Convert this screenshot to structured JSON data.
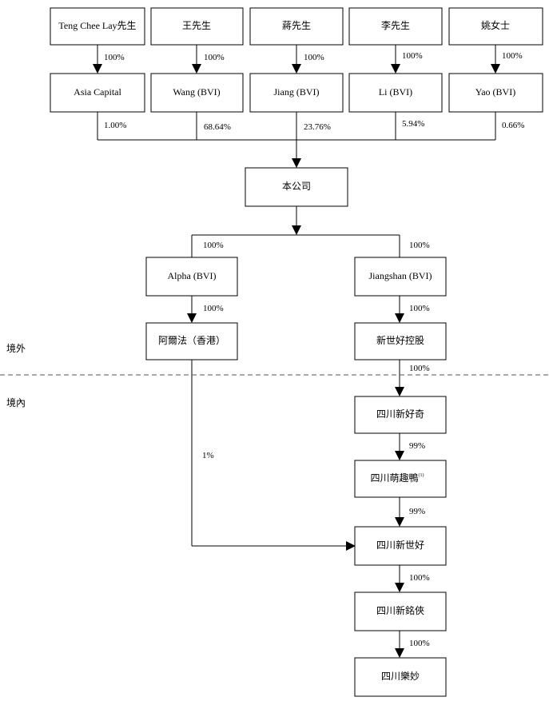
{
  "owners": [
    {
      "name": "Teng Chee Lay先生",
      "pct": "100%",
      "vehicle": "Asia Capital",
      "stake": "1.00%"
    },
    {
      "name": "王先生",
      "pct": "100%",
      "vehicle": "Wang (BVI)",
      "stake": "68.64%"
    },
    {
      "name": "蔣先生",
      "pct": "100%",
      "vehicle": "Jiang (BVI)",
      "stake": "23.76%"
    },
    {
      "name": "李先生",
      "pct": "100%",
      "vehicle": "Li (BVI)",
      "stake": "5.94%"
    },
    {
      "name": "姚女士",
      "pct": "100%",
      "vehicle": "Yao (BVI)",
      "stake": "0.66%"
    }
  ],
  "company": "本公司",
  "left_branch": {
    "pct_to_alpha": "100%",
    "alpha": "Alpha (BVI)",
    "pct_to_hk": "100%",
    "hk": "阿爾法（香港）",
    "pct_to_shijihao": "1%"
  },
  "right_branch": {
    "pct_to_jiangshan": "100%",
    "jiangshan": "Jiangshan (BVI)",
    "pct_to_holding": "100%",
    "holding": "新世好控股",
    "pct_to_xinhaoqi": "100%",
    "xinhaoqi": "四川新好奇",
    "pct_to_mengqu": "99%",
    "mengqu": "四川萌趣鴨",
    "mengqu_note": "(1)",
    "pct_to_xinshihao": "99%",
    "xinshihao": "四川新世好",
    "pct_to_mingxia": "100%",
    "mingxia": "四川新銘俠",
    "pct_to_lemiao": "100%",
    "lemiao": "四川樂妙"
  },
  "regions": {
    "offshore": "境外",
    "onshore": "境內"
  }
}
